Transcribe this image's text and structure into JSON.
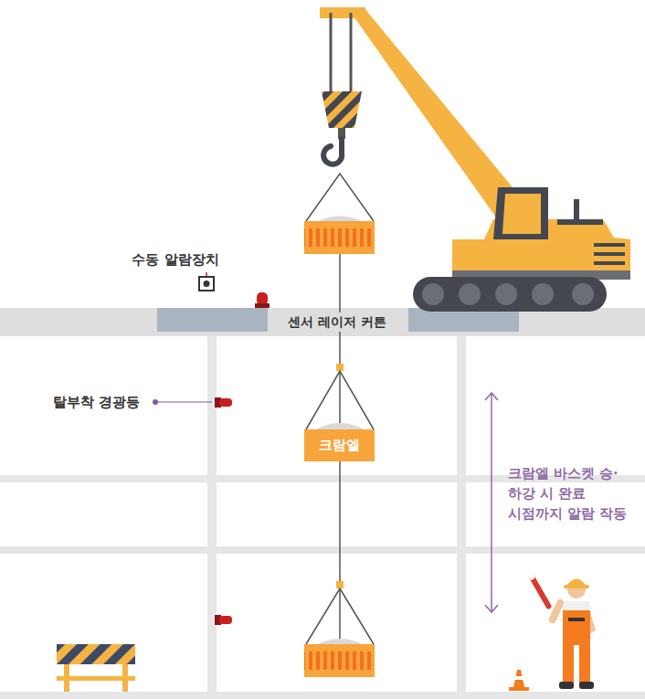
{
  "diagram": {
    "nodes": [
      {
        "text": [
          "크람엘"
        ]
      }
    ],
    "labels": [
      "수동 알람장치",
      "센서 레이저 커튼",
      "탈부착 경광등",
      "크람엘 바스켓 승·하강 시 완료 시점까지 알람 작동"
    ]
  }
}
